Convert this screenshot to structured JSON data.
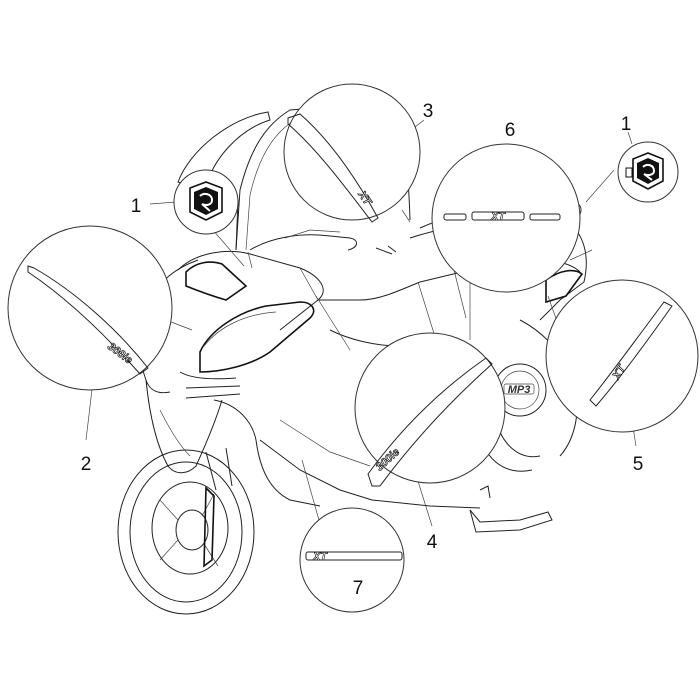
{
  "colors": {
    "line": "#222222",
    "background": "#ffffff",
    "ink": "#111111"
  },
  "callouts": [
    {
      "id": "1",
      "label": "1"
    },
    {
      "id": "1b",
      "label": "1"
    },
    {
      "id": "2",
      "label": "2"
    },
    {
      "id": "3",
      "label": "3"
    },
    {
      "id": "4",
      "label": "4"
    },
    {
      "id": "5",
      "label": "5"
    },
    {
      "id": "6",
      "label": "6"
    },
    {
      "id": "7",
      "label": "7"
    }
  ],
  "decals": {
    "model_300ie": "300ie",
    "model_xt": "XT",
    "model_300ie_b": "300ie",
    "model_xt_b": "XT",
    "model_xt_stripe": "XT",
    "model_mp3": "MP3"
  },
  "icons": {
    "brand_badge": "piaggio-shield-icon"
  }
}
